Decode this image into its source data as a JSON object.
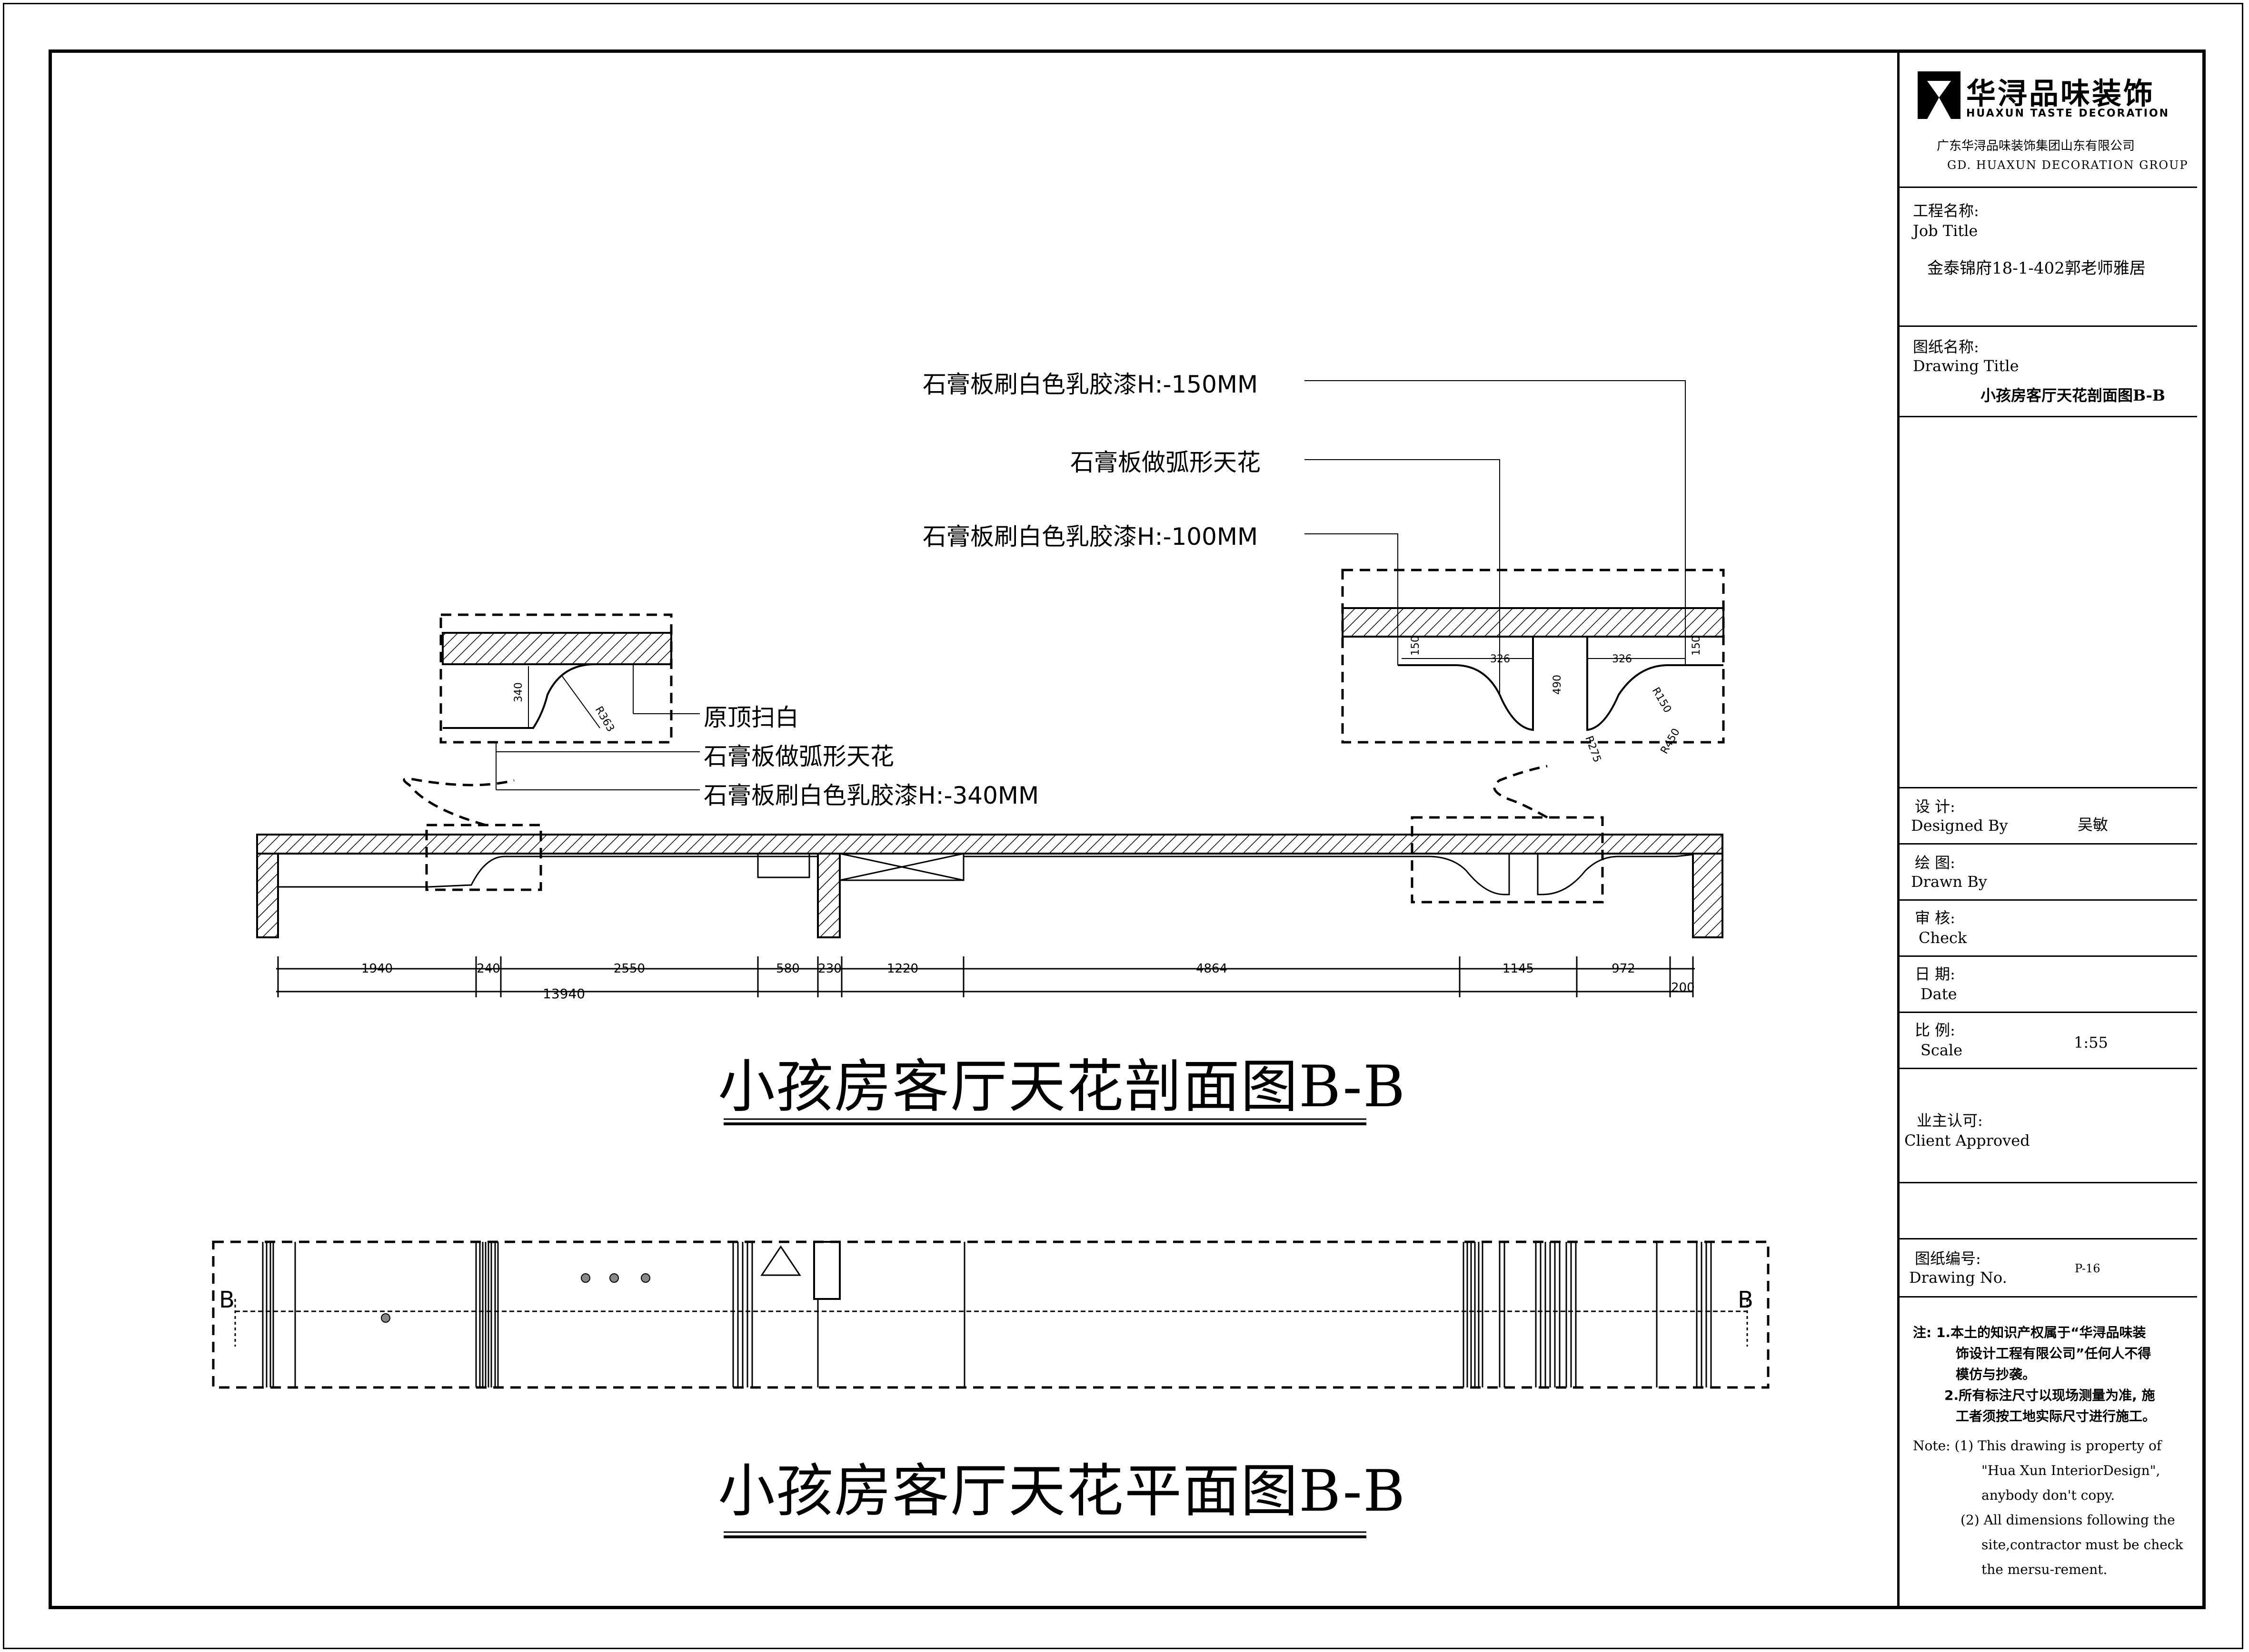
{
  "logo": {
    "cn_name": "华浔品味装饰",
    "en_name": "HUAXUN TASTE DECORATION",
    "company_cn": "广东华浔品味装饰集团山东有限公司",
    "company_en": "GD. HUAXUN DECORATION GROUP"
  },
  "title_block": {
    "job_title_cn": "工程名称:",
    "job_title_en": "Job Title",
    "job_title_value": "金泰锦府18-1-402郭老师雅居",
    "drawing_title_cn": "图纸名称:",
    "drawing_title_en": "Drawing Title",
    "drawing_title_value": "小孩房客厅天花剖面图B-B",
    "designed_cn": "设  计:",
    "designed_en": "Designed By",
    "designed_value": "吴敏",
    "drawn_cn": "绘  图:",
    "drawn_en": "Drawn By",
    "check_cn": "审  核:",
    "check_en": "Check",
    "date_cn": "日  期:",
    "date_en": "Date",
    "scale_cn": "比  例:",
    "scale_en": "Scale",
    "scale_value": "1:55",
    "client_cn": "业主认可:",
    "client_en": "Client Approved",
    "drawing_no_cn": "图纸编号:",
    "drawing_no_en": "Drawing No.",
    "drawing_no_value": "P-16"
  },
  "notes": {
    "cn_lines": [
      "注: 1.本土的知识产权属于“华浔品味装",
      "饰设计工程有限公司”任何人不得",
      "模仿与抄袭。",
      "2.所有标注尺寸以现场测量为准, 施",
      "工者须按工地实际尺寸进行施工。"
    ],
    "en_lines": [
      "Note:  (1) This drawing is property of",
      "\"Hua Xun InteriorDesign\",",
      "anybody don't copy.",
      "(2) All dimensions following the",
      "site,contractor must be check",
      "the mersu-rement."
    ]
  },
  "callouts": {
    "right_1": "石膏板刷白色乳胶漆H:-150MM",
    "right_2": "石膏板做弧形天花",
    "right_3": "石膏板刷白色乳胶漆H:-100MM",
    "left_1": "原顶扫白",
    "left_2": "石膏板做弧形天花",
    "left_3": "石膏板刷白色乳胶漆H:-340MM"
  },
  "detail_dims": {
    "left_340": "340",
    "left_r363": "R363",
    "right_150a": "150",
    "right_326a": "326",
    "right_490": "490",
    "right_326b": "326",
    "right_150b": "150",
    "right_r150": "R150",
    "right_r275": "R275",
    "right_r450": "R450"
  },
  "dimensions": {
    "segments": [
      "1940",
      "240",
      "2550",
      "580",
      "230",
      "1220",
      "4864",
      "1145",
      "972"
    ],
    "total": "13940",
    "end": "200"
  },
  "section_marker": "B",
  "titles": {
    "section": "小孩房客厅天花剖面图B-B",
    "plan": "小孩房客厅天花平面图B-B"
  }
}
